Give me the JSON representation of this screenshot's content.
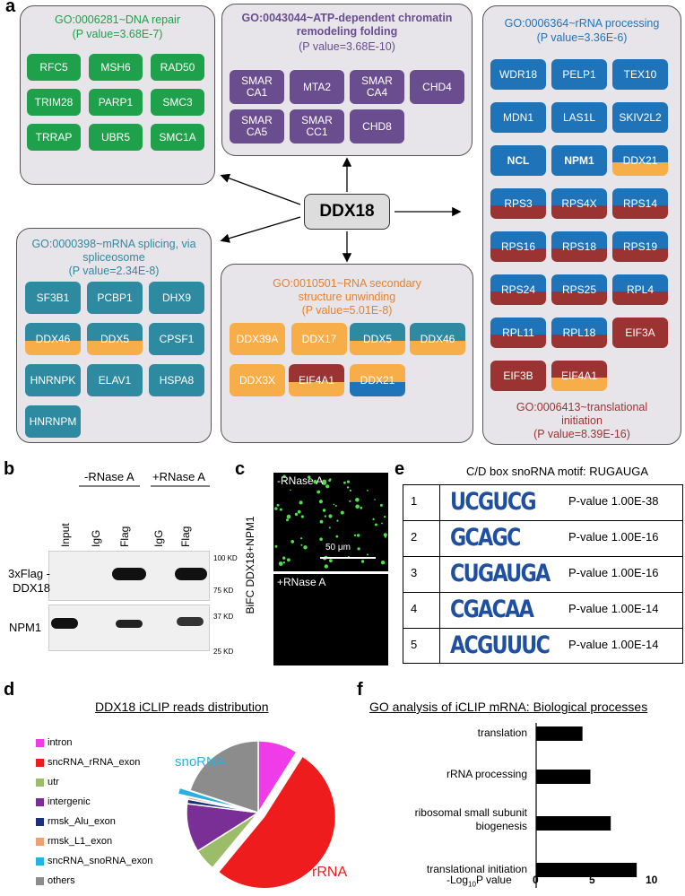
{
  "panels": {
    "a": "a",
    "b": "b",
    "c": "c",
    "d": "d",
    "e": "e",
    "f": "f"
  },
  "colors": {
    "green": "#1fa14b",
    "purple": "#6a4d8f",
    "blue": "#1f74b9",
    "teal": "#2e8aa0",
    "orange": "#f7ad48",
    "darkred": "#9c3333",
    "box_bg": "#e7e5ea"
  },
  "center": "DDX18",
  "dna_repair": {
    "title": "GO:0006281~DNA repair",
    "pvalue": "(P value=3.68E-7)",
    "genes": [
      "RFC5",
      "MSH6",
      "RAD50",
      "TRIM28",
      "PARP1",
      "SMC3",
      "TRRAP",
      "UBR5",
      "SMC1A"
    ]
  },
  "chromatin": {
    "title": "GO:0043044~ATP-dependent chromatin remodeling folding",
    "pvalue": "(P value=3.68E-10)",
    "genes": [
      "SMAR CA1",
      "MTA2",
      "SMAR CA4",
      "CHD4",
      "SMAR CA5",
      "SMAR CC1",
      "CHD8"
    ]
  },
  "rrna": {
    "title": "GO:0006364~rRNA processing",
    "pvalue": "(P value=3.36E-6)",
    "genes": [
      "WDR18",
      "PELP1",
      "TEX10",
      "MDN1",
      "LAS1L",
      "SKIV2L2",
      "NCL",
      "NPM1",
      "DDX21",
      "RPS3",
      "RPS4X",
      "RPS14",
      "RPS16",
      "RPS18",
      "RPS19",
      "RPS24",
      "RPS25",
      "RPL4",
      "RPL11",
      "RPL18",
      "EIF3A",
      "EIF3B",
      "EIF4A1"
    ]
  },
  "translational": {
    "title": "GO:0006413~translational initiation",
    "pvalue": "(P value=8.39E-16)"
  },
  "mrna": {
    "title": "GO:0000398~mRNA splicing, via spliceosome",
    "pvalue": "(P value=2.34E-8)",
    "genes": [
      "SF3B1",
      "PCBP1",
      "DHX9",
      "DDX46",
      "DDX5",
      "CPSF1",
      "HNRNPK",
      "ELAV1",
      "HSPA8",
      "HNRNPM"
    ]
  },
  "rna_secondary": {
    "title": "GO:0010501~RNA secondary structure unwinding",
    "pvalue": "(P value=5.01E-8)",
    "genes": [
      "DDX39A",
      "DDX17",
      "DDX5",
      "DDX46",
      "DDX3X",
      "EIF4A1",
      "DDX21"
    ]
  },
  "blot": {
    "minus": "-RNase A",
    "plus": "+RNase A",
    "lanes": [
      "Input",
      "IgG",
      "Flag",
      "IgG",
      "Flag"
    ],
    "row1": "3xFlag -DDX18",
    "row2": "NPM1",
    "kd": [
      "100 KD",
      "75 KD",
      "37 KD",
      "25 KD"
    ]
  },
  "bifc": {
    "side": "BiFC DDX18+NPM1",
    "top": "-RNase A",
    "bottom": "+RNase A",
    "scale": "50 μm"
  },
  "motif": {
    "title": "C/D box snoRNA motif: RUGAUGA",
    "rows": [
      {
        "n": "1",
        "seq": "UCGUCG",
        "p": "P-value 1.00E-38"
      },
      {
        "n": "2",
        "seq": "GCAGC",
        "p": "P-value 1.00E-16"
      },
      {
        "n": "3",
        "seq": "CUGAUGA",
        "p": "P-value 1.00E-16"
      },
      {
        "n": "4",
        "seq": "CGACAA",
        "p": "P-value 1.00E-14"
      },
      {
        "n": "5",
        "seq": "ACGUUUC",
        "p": "P-value 1.00E-14"
      }
    ]
  },
  "chart_data": [
    {
      "type": "pie",
      "title": "DDX18 iCLIP reads distribution",
      "categories": [
        "intron",
        "sncRNA_rRNA_exon",
        "utr",
        "intergenic",
        "rmsk_Alu_exon",
        "rmsk_L1_exon",
        "sncRNA_snoRNA_exon",
        "others"
      ],
      "values": [
        9,
        52,
        5,
        11,
        1,
        0.5,
        1.5,
        20
      ],
      "colors": [
        "#f03ce8",
        "#ee1c1c",
        "#9bbd6a",
        "#7a2f96",
        "#1b2f7a",
        "#f0a070",
        "#2ab0e0",
        "#8c8c8c"
      ],
      "annotations": [
        "snoRNA",
        "rRNA"
      ]
    },
    {
      "type": "bar",
      "title": "GO analysis of iCLIP mRNA: Biological processes",
      "categories": [
        "translation",
        "rRNA processing",
        "ribosomal small subunit biogenesis",
        "translational initiation"
      ],
      "values": [
        4.1,
        4.8,
        6.6,
        8.9
      ],
      "xlabel": "-Log10P value",
      "xlim": [
        0,
        10
      ],
      "ticks": [
        "0",
        "5",
        "10"
      ]
    }
  ]
}
